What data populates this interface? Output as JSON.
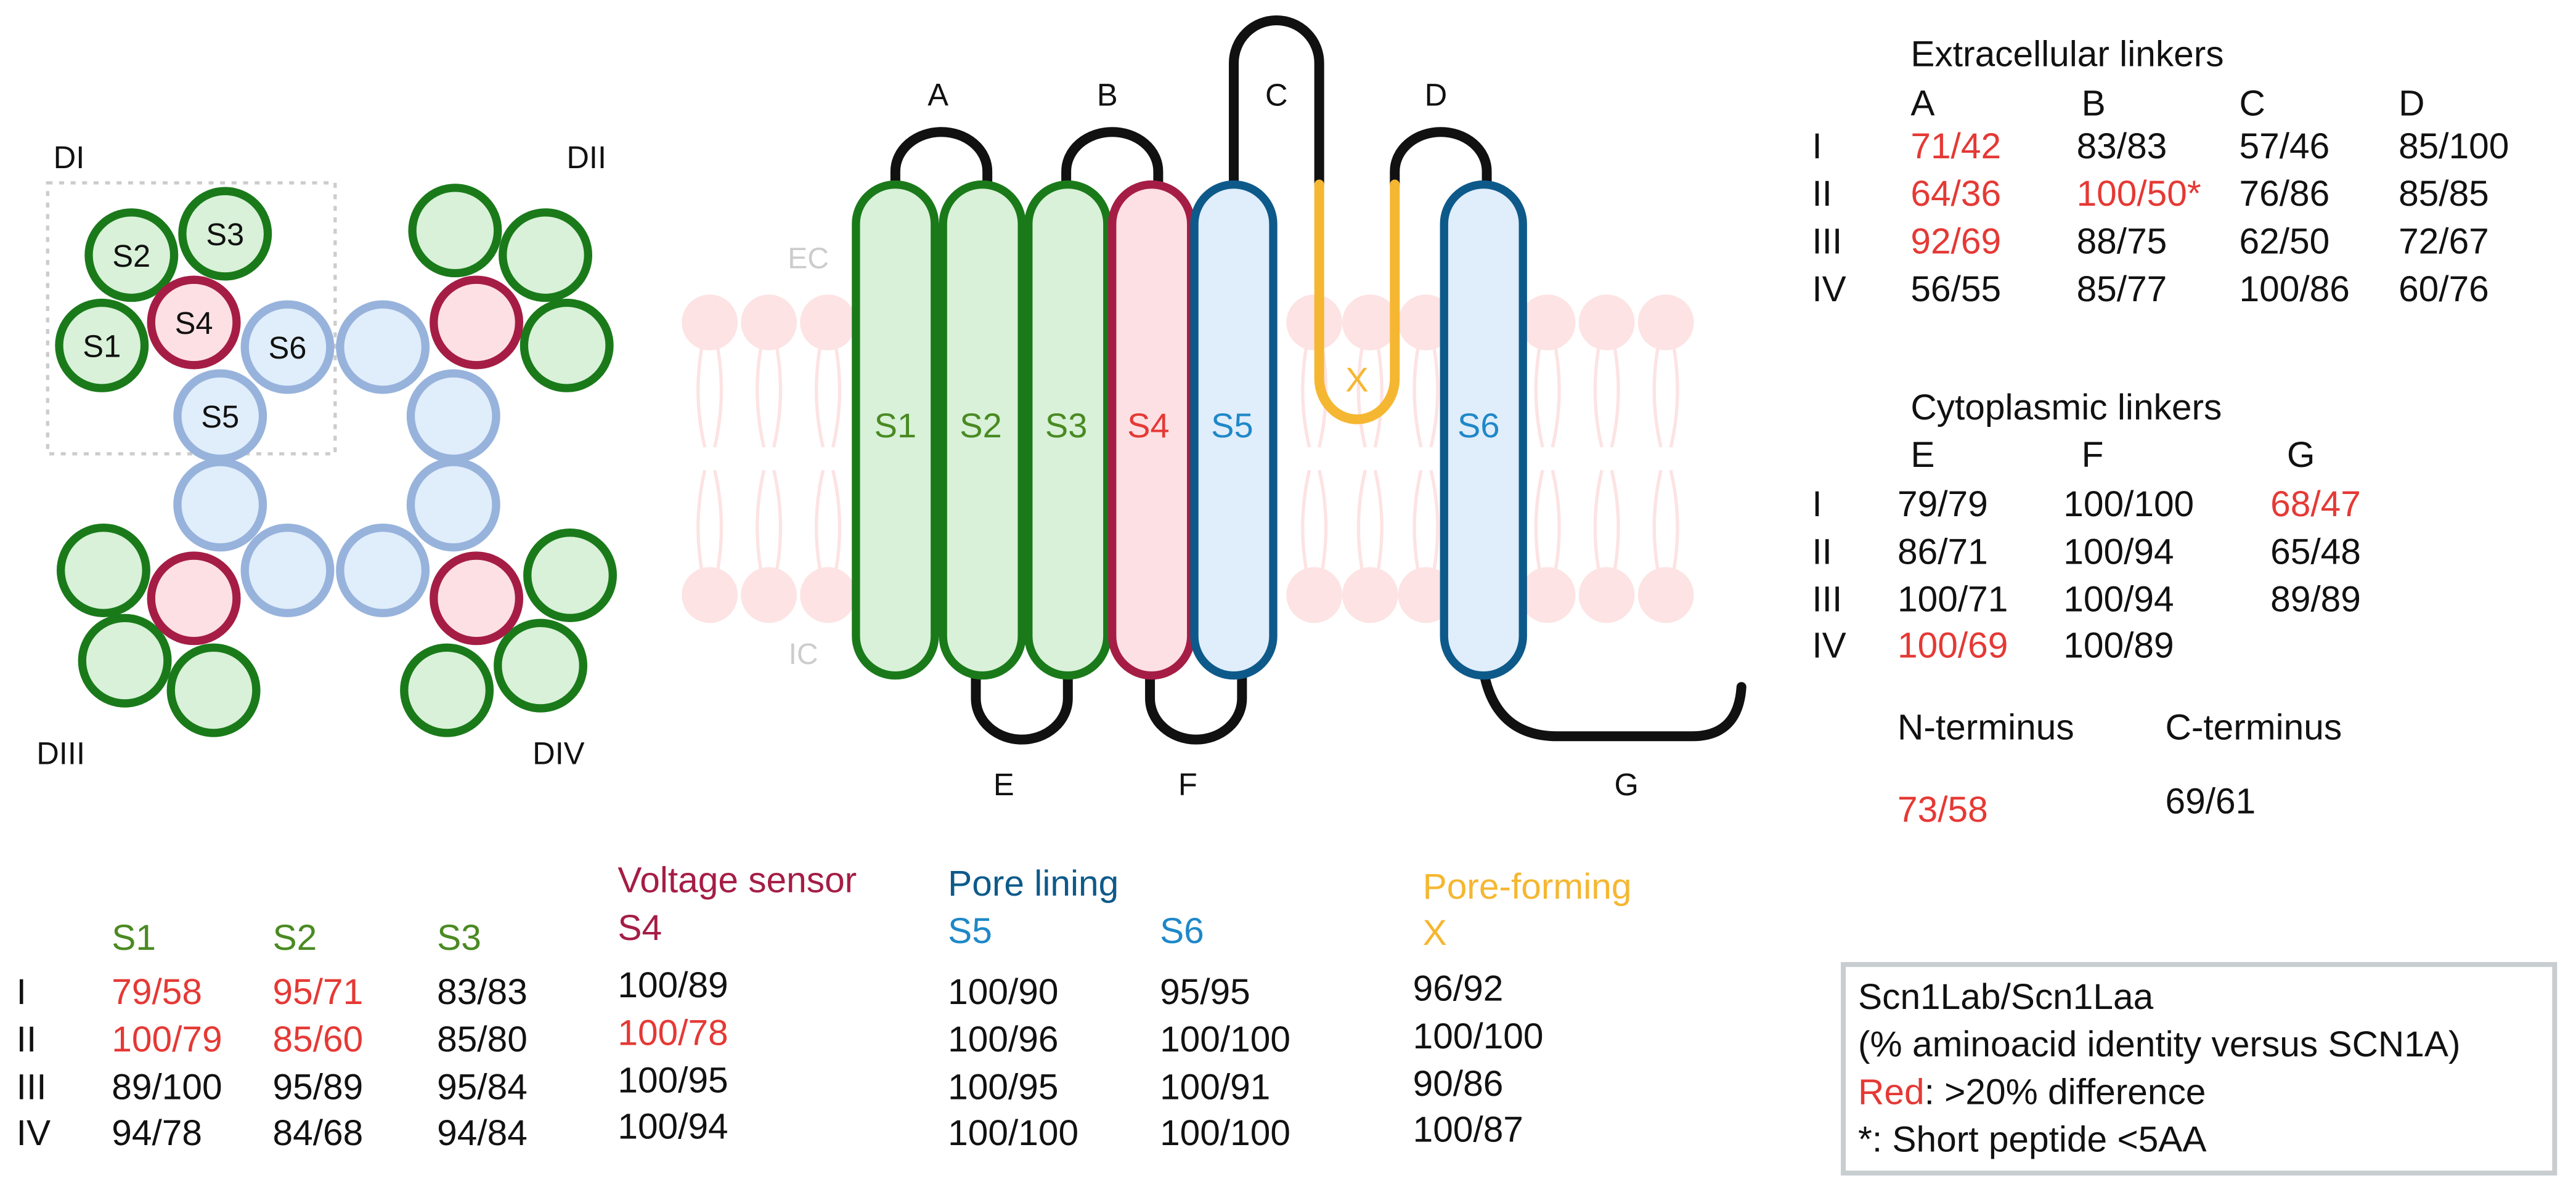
{
  "colors": {
    "green_fill": "#d8f1d8",
    "green_stroke": "#1a7a1a",
    "green_text": "#4a8a22",
    "red_fill": "#fde0e3",
    "red_stroke": "#a51d45",
    "red_text": "#e53935",
    "blue_fill": "#e0edfb",
    "blue_stroke": "#0d5a8a",
    "blue_text": "#1e88c8",
    "ring_stroke": "#97b3dc",
    "orange": "#f5b731",
    "black": "#111111",
    "grey": "#cccccc",
    "membrane": "#fde3e3",
    "legend_box": "#c8cdd0"
  },
  "top_view": {
    "domains": [
      "DI",
      "DII",
      "DIII",
      "DIV"
    ],
    "segment_labels": [
      "S1",
      "S2",
      "S3",
      "S4",
      "S5",
      "S6"
    ]
  },
  "topology": {
    "side_labels": [
      "EC",
      "IC"
    ],
    "helices": [
      "S1",
      "S2",
      "S3",
      "S4",
      "S5",
      "S6"
    ],
    "x_label": "X",
    "linker_labels": [
      "A",
      "B",
      "C",
      "D",
      "E",
      "F",
      "G"
    ]
  },
  "extracellular": {
    "title": "Extracellular linkers",
    "columns": [
      "A",
      "B",
      "C",
      "D"
    ],
    "rows": [
      {
        "label": "I",
        "cells": [
          {
            "v": "71/42",
            "red": true
          },
          {
            "v": "83/83"
          },
          {
            "v": "57/46"
          },
          {
            "v": "85/100"
          }
        ]
      },
      {
        "label": "II",
        "cells": [
          {
            "v": "64/36",
            "red": true
          },
          {
            "v": "100/50*",
            "red": true
          },
          {
            "v": "76/86"
          },
          {
            "v": "85/85"
          }
        ]
      },
      {
        "label": "III",
        "cells": [
          {
            "v": "92/69",
            "red": true
          },
          {
            "v": "88/75"
          },
          {
            "v": "62/50"
          },
          {
            "v": "72/67"
          }
        ]
      },
      {
        "label": "IV",
        "cells": [
          {
            "v": "56/55"
          },
          {
            "v": "85/77"
          },
          {
            "v": "100/86"
          },
          {
            "v": "60/76"
          }
        ]
      }
    ]
  },
  "cytoplasmic": {
    "title": "Cytoplasmic linkers",
    "columns": [
      "E",
      "F",
      "G"
    ],
    "rows": [
      {
        "label": "I",
        "cells": [
          {
            "v": "79/79"
          },
          {
            "v": "100/100"
          },
          {
            "v": "68/47",
            "red": true
          }
        ]
      },
      {
        "label": "II",
        "cells": [
          {
            "v": "86/71"
          },
          {
            "v": "100/94"
          },
          {
            "v": "65/48"
          }
        ]
      },
      {
        "label": "III",
        "cells": [
          {
            "v": "100/71"
          },
          {
            "v": "100/94"
          },
          {
            "v": "89/89"
          }
        ]
      },
      {
        "label": "IV",
        "cells": [
          {
            "v": "100/69",
            "red": true
          },
          {
            "v": "100/89"
          }
        ]
      }
    ]
  },
  "termini": {
    "n_label": "N-terminus",
    "n_value": "73/58",
    "n_red": true,
    "c_label": "C-terminus",
    "c_value": "69/61"
  },
  "segments": {
    "row_labels": [
      "I",
      "II",
      "III",
      "IV"
    ],
    "groups": [
      {
        "name": "",
        "color": "red_stroke",
        "columns": [
          {
            "label": "S1",
            "color": "green_text",
            "values": [
              {
                "v": "79/58",
                "red": true
              },
              {
                "v": "100/79",
                "red": true
              },
              {
                "v": "89/100"
              },
              {
                "v": "94/78"
              }
            ]
          },
          {
            "label": "S2",
            "color": "green_text",
            "values": [
              {
                "v": "95/71",
                "red": true
              },
              {
                "v": "85/60",
                "red": true
              },
              {
                "v": "95/89"
              },
              {
                "v": "84/68"
              }
            ]
          },
          {
            "label": "S3",
            "color": "green_text",
            "values": [
              {
                "v": "83/83"
              },
              {
                "v": "85/80"
              },
              {
                "v": "95/84"
              },
              {
                "v": "94/84"
              }
            ]
          }
        ]
      },
      {
        "name": "Voltage sensor",
        "color": "red_stroke",
        "columns": [
          {
            "label": "S4",
            "color": "red_stroke",
            "values": [
              {
                "v": "100/89"
              },
              {
                "v": "100/78",
                "red": true
              },
              {
                "v": "100/95"
              },
              {
                "v": "100/94"
              }
            ]
          }
        ]
      },
      {
        "name": "Pore lining",
        "color": "blue_stroke",
        "columns": [
          {
            "label": "S5",
            "color": "blue_text",
            "values": [
              {
                "v": "100/90"
              },
              {
                "v": "100/96"
              },
              {
                "v": "100/95"
              },
              {
                "v": "100/100"
              }
            ]
          },
          {
            "label": "S6",
            "color": "blue_text",
            "values": [
              {
                "v": "95/95"
              },
              {
                "v": "100/100"
              },
              {
                "v": "100/91"
              },
              {
                "v": "100/100"
              }
            ]
          }
        ]
      },
      {
        "name": "Pore-forming",
        "color": "orange",
        "columns": [
          {
            "label": "X",
            "color": "orange",
            "values": [
              {
                "v": "96/92"
              },
              {
                "v": "100/100"
              },
              {
                "v": "90/86"
              },
              {
                "v": "100/87"
              }
            ]
          }
        ]
      }
    ]
  },
  "legend": {
    "line1": "Scn1Lab/Scn1Laa",
    "line2": "(% aminoacid identity versus SCN1A)",
    "red_word": "Red",
    "line3_rest": ": >20% difference",
    "line4": "*: Short peptide <5AA"
  }
}
